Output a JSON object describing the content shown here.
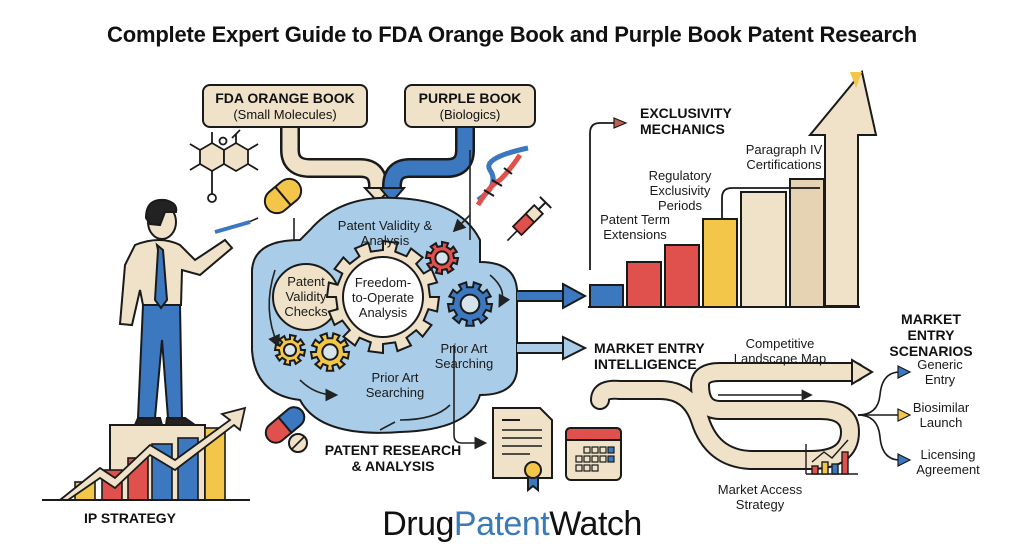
{
  "title": "Complete Expert Guide to FDA Orange Book and Purple Book Patent Research",
  "sources": [
    {
      "title": "FDA ORANGE BOOK",
      "subtitle": "(Small Molecules)"
    },
    {
      "title": "PURPLE BOOK",
      "subtitle": "(Biologics)"
    }
  ],
  "hub": {
    "top_label": "Patent Validity & Analysis",
    "left_label": "Patent Validity Checks",
    "center_label": "Freedom-to-Operate Analysis",
    "right_label": "Prior Art Searching",
    "bottom_label": "Prior Art Searching",
    "caption": "PATENT RESEARCH & ANALYSIS"
  },
  "left": {
    "caption": "IP STRATEGY"
  },
  "exclusivity": {
    "heading": "EXCLUSIVITY MECHANICS",
    "labels": [
      "Patent Term Extensions",
      "Regulatory Exclusivity Periods",
      "Paragraph IV Certifications"
    ],
    "bar_colors": [
      "#3b78c0",
      "#e0504c",
      "#e0504c",
      "#f3c64a",
      "#efe2c8",
      "#e6d3b3"
    ]
  },
  "market": {
    "intel_heading": "MARKET ENTRY INTELLIGENCE",
    "landscape_label": "Competitive Landscape Map",
    "access_label": "Market Access Strategy",
    "scenarios_heading": "MARKET ENTRY SCENARIOS",
    "scenarios": [
      "Generic Entry",
      "Biosimilar Launch",
      "Licensing Agreement"
    ]
  },
  "brand": {
    "part1": "Drug",
    "part2": "Patent",
    "part3": "Watch"
  },
  "colors": {
    "tan": "#efe2c8",
    "blue": "#3b78c0",
    "light_blue": "#a9cde8",
    "red": "#e0504c",
    "yellow": "#f3c64a"
  }
}
